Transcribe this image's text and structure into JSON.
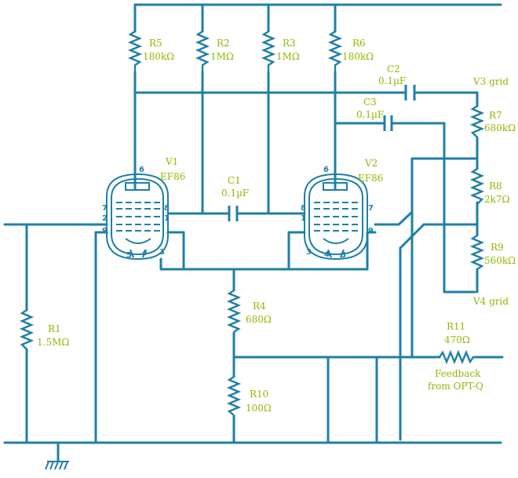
{
  "components": {
    "r1": {
      "ref": "R1",
      "value": "1.5MΩ"
    },
    "r2": {
      "ref": "R2",
      "value": "1MΩ"
    },
    "r3": {
      "ref": "R3",
      "value": "1MΩ"
    },
    "r4": {
      "ref": "R4",
      "value": "680Ω"
    },
    "r5": {
      "ref": "R5",
      "value": "180kΩ"
    },
    "r6": {
      "ref": "R6",
      "value": "180kΩ"
    },
    "r7": {
      "ref": "R7",
      "value": "680kΩ"
    },
    "r8": {
      "ref": "R8",
      "value": "2k7Ω"
    },
    "r9": {
      "ref": "R9",
      "value": "560kΩ"
    },
    "r10": {
      "ref": "R10",
      "value": "100Ω"
    },
    "r11": {
      "ref": "R11",
      "value": "470Ω"
    },
    "c1": {
      "ref": "C1",
      "value": "0.1µF"
    },
    "c2": {
      "ref": "C2",
      "value": "0.1µF"
    },
    "c3": {
      "ref": "C3",
      "value": "0.1µF"
    },
    "v1": {
      "ref": "V1",
      "value": "EF86"
    },
    "v2": {
      "ref": "V2",
      "value": "EF86"
    }
  },
  "pins": {
    "v1": {
      "p1": "1",
      "p2": "2",
      "p3": "3",
      "p4": "4",
      "p5": "5",
      "p6": "6",
      "p7": "7",
      "p8": "8",
      "p9": "9"
    },
    "v2": {
      "p1": "1",
      "p3": "3",
      "p4": "4",
      "p5": "5",
      "p6": "6",
      "p7": "7",
      "p8": "8",
      "p9": "9"
    }
  },
  "nets": {
    "v3_grid": "V3 grid",
    "v4_grid": "V4 grid",
    "feedback_line1": "Feedback",
    "feedback_line2": "from OPT-Q"
  },
  "colors": {
    "wire": "#1f7fa8",
    "label": "#8fb800"
  }
}
